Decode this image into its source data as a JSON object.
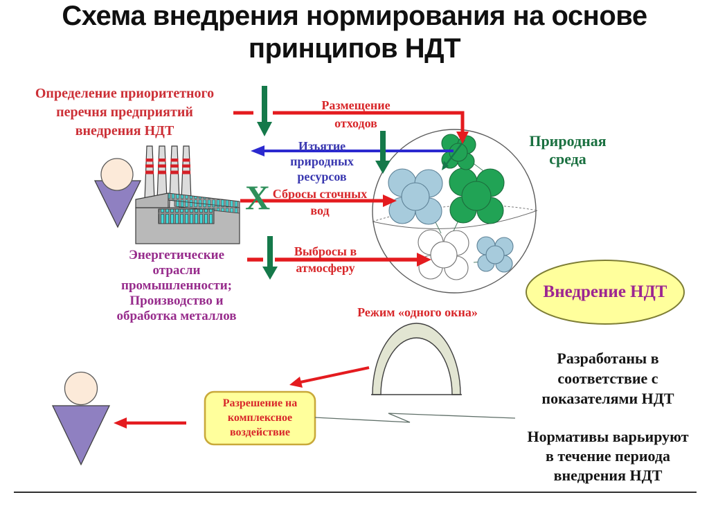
{
  "slide": {
    "title_lines": [
      "Схема внедрения нормирования на основе",
      "принципов НДТ"
    ]
  },
  "left_column": {
    "priority_lines": [
      "Определение приоритетного",
      "перечня предприятий",
      "внедрения НДТ"
    ],
    "industry_lines": [
      "Энергетические",
      "отрасли",
      "промышленности;",
      "Производство и",
      "обработка металлов"
    ]
  },
  "flow_labels": {
    "waste_lines": [
      "Размещение",
      "отходов"
    ],
    "extraction_lines": [
      "Изъятие",
      "природных",
      "ресурсов"
    ],
    "discharge_lines": [
      "Сбросы сточных",
      "вод"
    ],
    "discharge_blocked_mark": "X",
    "emissions_lines": [
      "Выбросы в",
      "атмосферу"
    ]
  },
  "environment": {
    "label_lines": [
      "Природная",
      "среда"
    ]
  },
  "ndt_badge": {
    "label": "Внедрение НДТ"
  },
  "one_window": {
    "label": "Режим «одного окна»"
  },
  "permit_box": {
    "lines": [
      "Разрешение на",
      "комплексное",
      "воздействие"
    ]
  },
  "right_notes": {
    "developed_lines": [
      "Разработаны в",
      "соответствие с",
      "показателями НДТ"
    ],
    "standards_lines": [
      "Нормативы варьируют",
      "в течение периода",
      "внедрения НДТ"
    ]
  },
  "colors": {
    "label_red": "#d8272a",
    "arrow_red": "#e41b1f",
    "arrow_green": "#15794a",
    "arrow_blue": "#2b29cf",
    "extraction_blue": "#3a38b0",
    "industry_purple": "#972c8c",
    "environment_green": "#1a7040",
    "badge_magenta": "#9d2691",
    "badge_yellow": "#ffff9c",
    "cloud_green": "#21a355",
    "cloud_blue": "#a7cbdc"
  }
}
